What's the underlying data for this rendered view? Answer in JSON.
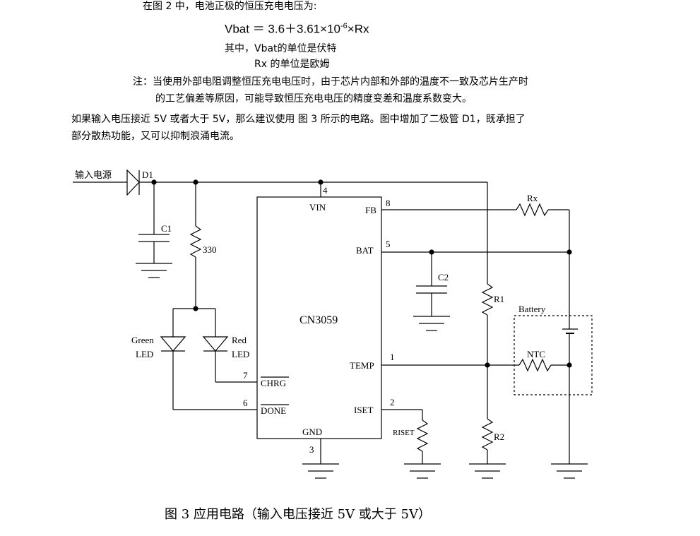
{
  "text": {
    "line1": "在图 2 中，电池正极的恒压充电电压为:",
    "formula_pre": "Vbat ＝ 3.6＋3.61×10",
    "formula_exp": "-6",
    "formula_post": "×Rx",
    "unit1": "其中，Vbat的单位是伏特",
    "unit2": "Rx 的单位是欧姆",
    "note1": "注：当使用外部电阻调整恒压充电电压时，由于芯片内部和外部的温度不一致及芯片生产时",
    "note2": "的工艺偏差等原因，可能导致恒压充电电压的精度变差和温度系数变大。",
    "para1": "如果输入电压接近 5V 或者大于 5V，那么建议使用  图 3 所示的电路。图中增加了二极管 D1，既承担了",
    "para2": "部分散热功能，又可以抑制浪涌电流。"
  },
  "circuit": {
    "input_label": "输入电源",
    "d1": "D1",
    "c1": "C1",
    "r330": "330",
    "green_led": [
      "Green",
      "LED"
    ],
    "red_led": [
      "Red",
      "LED"
    ],
    "chip": "CN3059",
    "pins": {
      "vin": "VIN",
      "vin_num": "4",
      "fb": "FB",
      "fb_num": "8",
      "bat": "BAT",
      "bat_num": "5",
      "temp": "TEMP",
      "temp_num": "1",
      "iset": "ISET",
      "iset_num": "2",
      "gnd": "GND",
      "gnd_num": "3",
      "chrg": "CHRG",
      "chrg_num": "7",
      "done": "DONE",
      "done_num": "6"
    },
    "rx": "Rx",
    "c2": "C2",
    "r1": "R1",
    "r2": "R2",
    "riset": "RISET",
    "battery": "Battery",
    "ntc": "NTC"
  },
  "caption": "图 3    应用电路（输入电压接近 5V 或大于 5V）"
}
